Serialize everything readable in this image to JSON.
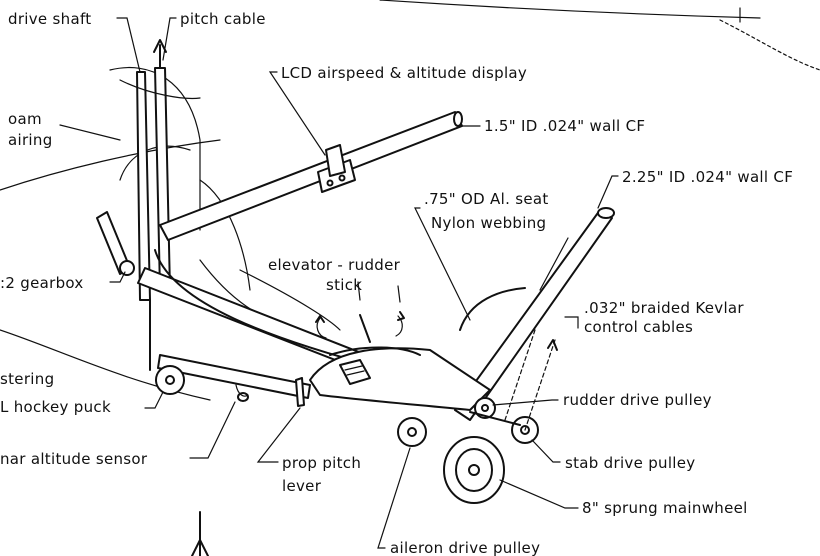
{
  "diagram": {
    "labels": {
      "drive_shaft": "drive shaft",
      "pitch_cable": "pitch cable",
      "foam_fairing_1": "oam",
      "foam_fairing_2": "airing",
      "lcd_display": "LCD airspeed & altitude display",
      "tube_15": "1.5\" ID .024\" wall CF",
      "tube_225": "2.25\" ID .024\" wall CF",
      "seat_1": ".75\" OD Al. seat",
      "seat_2": "Nylon webbing",
      "gearbox": ":2 gearbox",
      "stick_1": "elevator - rudder",
      "stick_2": "stick",
      "kevlar_1": ".032\" braided Kevlar",
      "kevlar_2": "control cables",
      "castering_1": "stering",
      "castering_2": "L hockey puck",
      "rudder_pulley": "rudder drive pulley",
      "sonar_sensor": "nar altitude sensor",
      "prop_lever_1": "prop pitch",
      "prop_lever_2": "lever",
      "stab_pulley": "stab drive pulley",
      "mainwheel": "8\" sprung mainwheel",
      "aileron_pulley": "aileron drive pulley"
    }
  }
}
